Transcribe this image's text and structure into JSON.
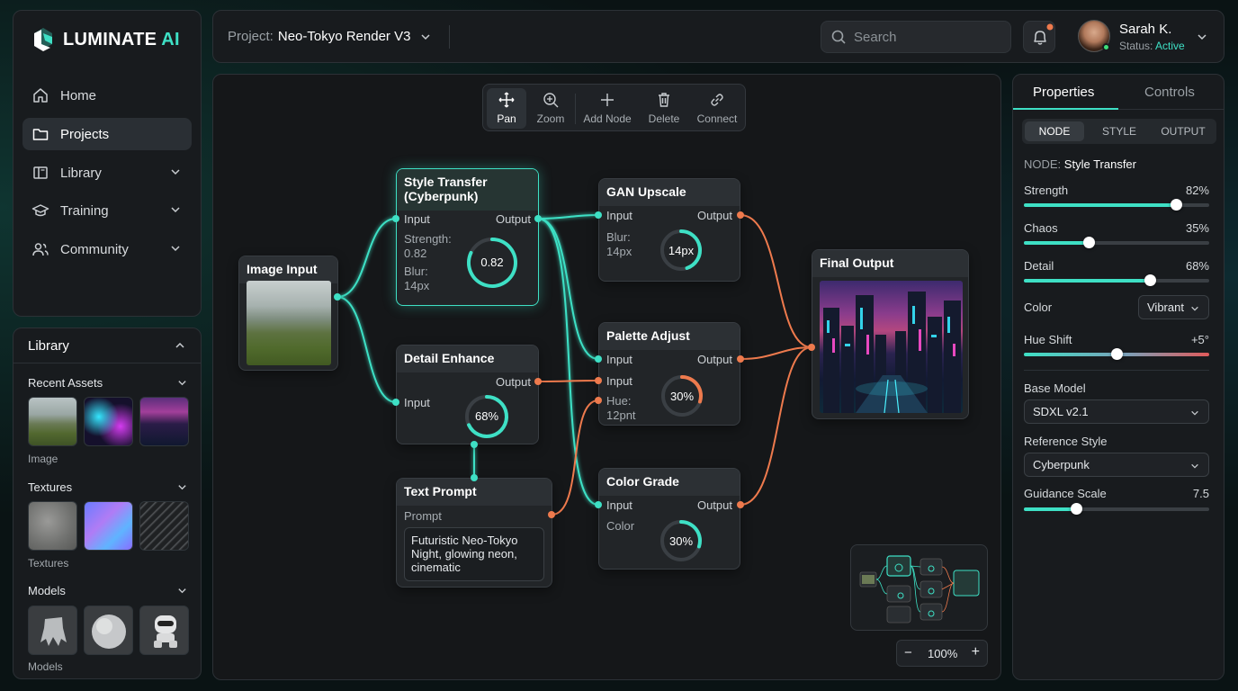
{
  "brand": {
    "name": "LUMINATE",
    "suffix": "AI",
    "accent": "#3ee0c5",
    "secondary_accent": "#ee7a4d"
  },
  "nav": {
    "items": [
      {
        "label": "Home",
        "icon": "home-icon"
      },
      {
        "label": "Projects",
        "icon": "folder-icon",
        "active": true
      },
      {
        "label": "Library",
        "icon": "book-icon",
        "expandable": true
      },
      {
        "label": "Training",
        "icon": "graduation-cap-icon",
        "expandable": true
      },
      {
        "label": "Community",
        "icon": "users-icon",
        "expandable": true
      }
    ]
  },
  "library": {
    "title": "Library",
    "sections": [
      {
        "title": "Recent Assets",
        "caption": "Image",
        "thumbs": [
          "landscape",
          "neon-abstract",
          "neon-city"
        ]
      },
      {
        "title": "Textures",
        "caption": "Textures",
        "thumbs": [
          "stone",
          "iridescent",
          "wave-pattern"
        ]
      },
      {
        "title": "Models",
        "caption": "Models",
        "thumbs": [
          "creature",
          "sphere",
          "robot"
        ]
      }
    ]
  },
  "header": {
    "project_prefix": "Project:",
    "project_name": "Neo-Tokyo Render V3",
    "search_placeholder": "Search",
    "user": {
      "name": "Sarah K.",
      "status_label": "Status:",
      "status": "Active"
    }
  },
  "toolbar": [
    {
      "label": "Pan",
      "icon": "move-icon",
      "active": true
    },
    {
      "label": "Zoom",
      "icon": "zoom-icon"
    },
    {
      "label": "Add Node",
      "icon": "plus-icon"
    },
    {
      "label": "Delete",
      "icon": "trash-icon"
    },
    {
      "label": "Connect",
      "icon": "link-icon"
    }
  ],
  "nodes": {
    "image_input": {
      "title": "Image Input"
    },
    "style_transfer": {
      "title": "Style Transfer (Cyberpunk)",
      "input": "Input",
      "output": "Output",
      "strength_label": "Strength:",
      "strength": "0.82",
      "blur_label": "Blur:",
      "blur": "14px",
      "gauge": "0.82",
      "gauge_fraction": 0.82
    },
    "detail_enhance": {
      "title": "Detail Enhance",
      "input": "Input",
      "output": "Output",
      "gauge": "68%",
      "gauge_fraction": 0.68
    },
    "text_prompt": {
      "title": "Text Prompt",
      "prompt_label": "Prompt",
      "prompt": "Futuristic Neo-Tokyo Night, glowing neon, cinematic"
    },
    "gan_upscale": {
      "title": "GAN Upscale",
      "input": "Input",
      "output": "Output",
      "blur_label": "Blur:",
      "blur": "14px",
      "gauge": "14px",
      "gauge_fraction": 0.45
    },
    "palette_adjust": {
      "title": "Palette Adjust",
      "input1": "Input",
      "input2": "Input",
      "output": "Output",
      "hue_label": "Hue:",
      "hue": "12pnt",
      "gauge": "30%",
      "gauge_fraction": 0.3
    },
    "color_grade": {
      "title": "Color Grade",
      "input": "Input",
      "output": "Output",
      "color_label": "Color",
      "gauge": "30%",
      "gauge_fraction": 0.3
    },
    "final_output": {
      "title": "Final Output"
    }
  },
  "zoom": {
    "level": "100%",
    "minus": "−",
    "plus": "+"
  },
  "properties": {
    "tabs": [
      "Properties",
      "Controls"
    ],
    "segments": [
      "NODE",
      "STYLE",
      "OUTPUT"
    ],
    "node_prefix": "NODE:",
    "node_name": "Style Transfer",
    "sliders": [
      {
        "label": "Strength",
        "value": "82%",
        "fraction": 0.82
      },
      {
        "label": "Chaos",
        "value": "35%",
        "fraction": 0.35
      },
      {
        "label": "Detail",
        "value": "68%",
        "fraction": 0.68
      }
    ],
    "color_label": "Color",
    "color_value": "Vibrant",
    "hue_label": "Hue Shift",
    "hue_value": "+5°",
    "hue_fraction": 0.5,
    "base_model_label": "Base Model",
    "base_model": "SDXL v2.1",
    "reference_label": "Reference Style",
    "reference": "Cyberpunk",
    "guidance_label": "Guidance Scale",
    "guidance_value": "7.5",
    "guidance_fraction": 0.28
  }
}
